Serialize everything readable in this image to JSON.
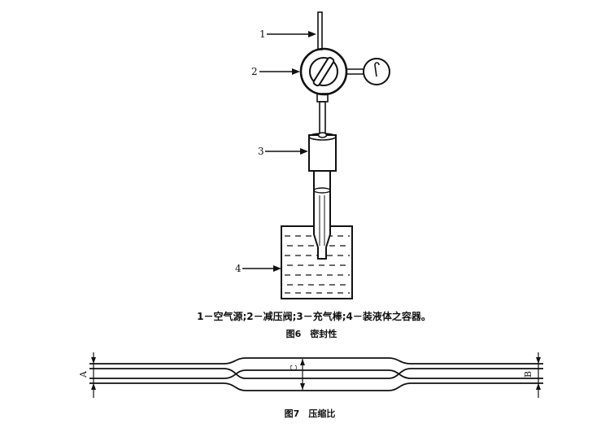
{
  "figure6": {
    "labels": {
      "label_1": "1",
      "label_2": "2",
      "label_3": "3",
      "label_4": "4"
    },
    "legend": "1－空气源;2－减压阀;3－充气棒;4－装液体之容器。",
    "caption": "图6　密封性"
  },
  "figure7": {
    "dimensions": {
      "a": "A",
      "b": "B",
      "c": "C"
    },
    "caption": "图7　压缩比"
  }
}
